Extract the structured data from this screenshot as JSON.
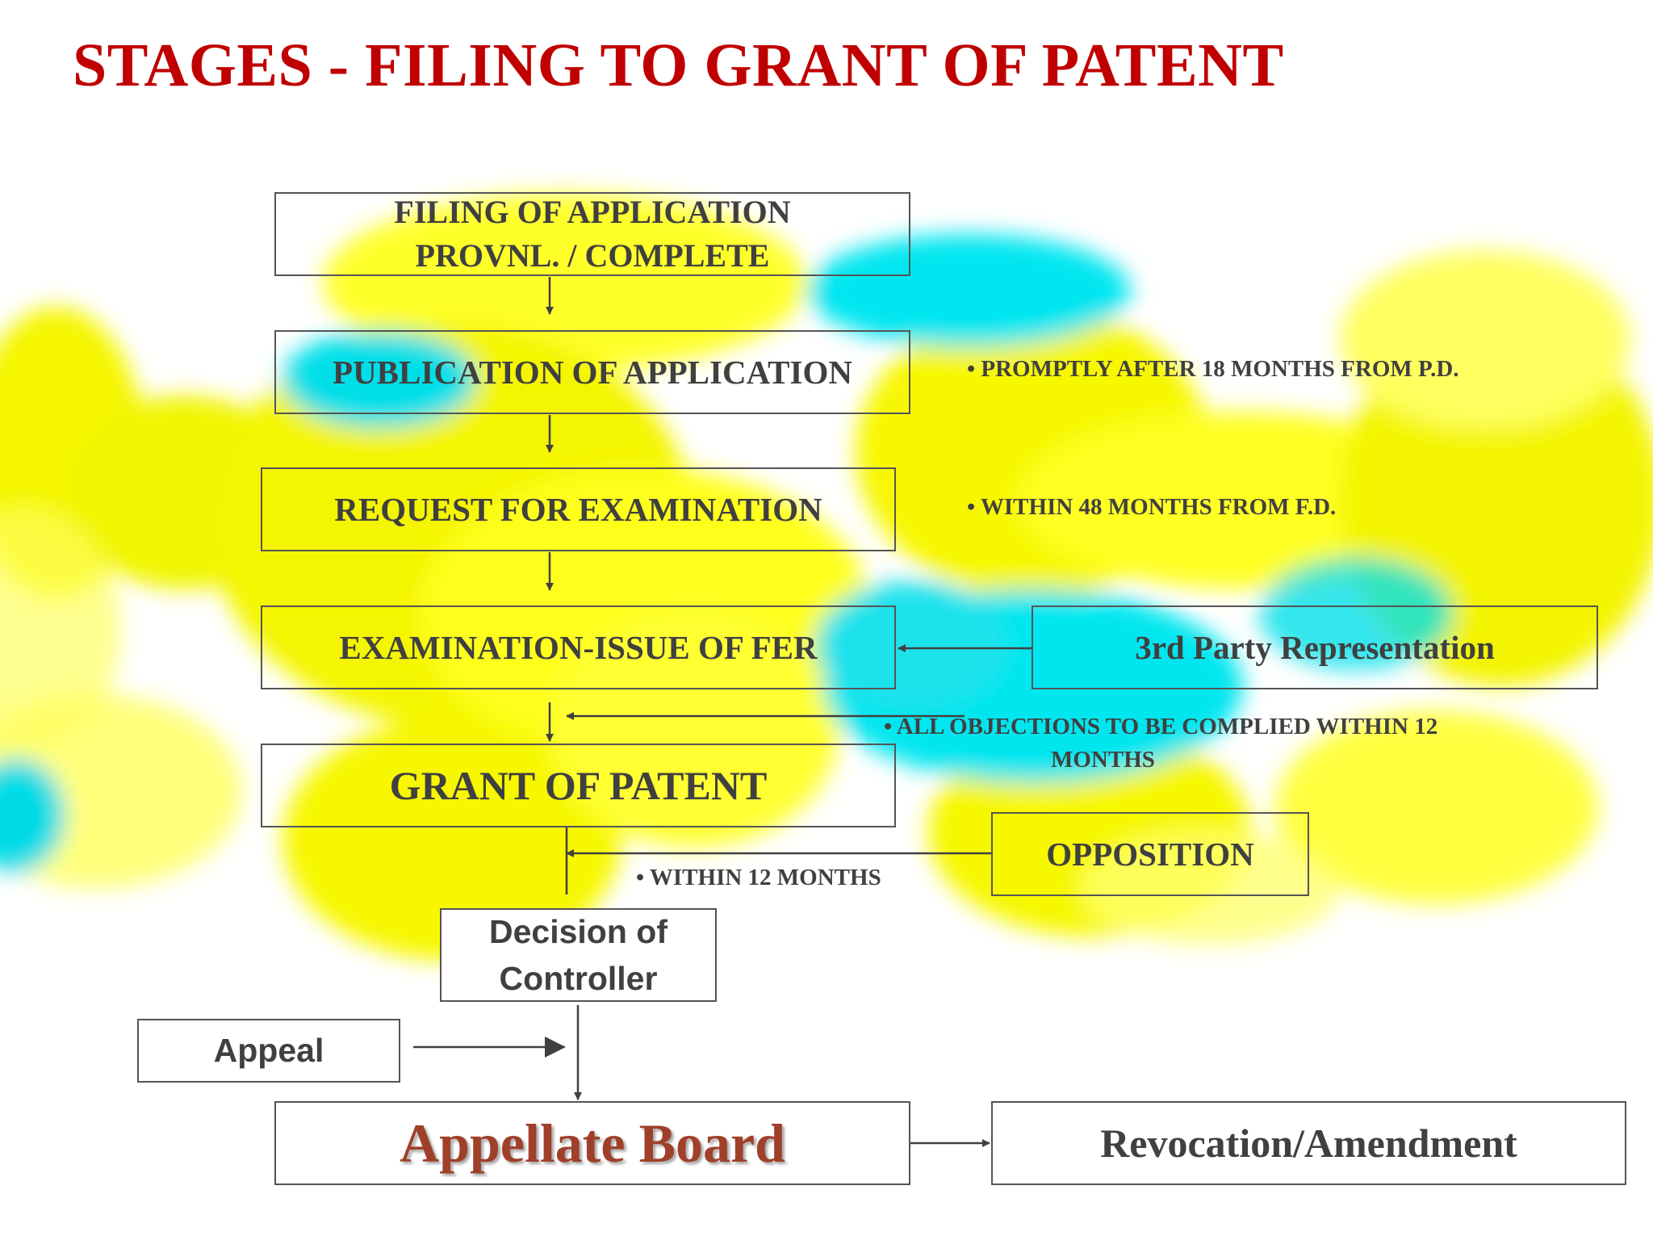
{
  "title": "STAGES - FILING TO  GRANT OF PATENT",
  "boxes": {
    "filing": {
      "line1": "FILING OF APPLICATION",
      "line2": "PROVNL. / COMPLETE"
    },
    "publication": "PUBLICATION OF APPLICATION",
    "request": "REQUEST FOR EXAMINATION",
    "examination": "EXAMINATION-ISSUE OF FER",
    "third_party": "3rd Party Representation",
    "grant": "GRANT OF PATENT",
    "opposition": "OPPOSITION",
    "decision": {
      "line1": "Decision of",
      "line2": "Controller"
    },
    "appeal": "Appeal",
    "appellate": "Appellate  Board",
    "revocation": "Revocation/Amendment"
  },
  "notes": {
    "publication": "• PROMPTLY AFTER 18 MONTHS FROM P.D.",
    "request": "• WITHIN 48 MONTHS FROM F.D.",
    "objections_line1": "• ALL OBJECTIONS TO BE COMPLIED    WITHIN 12",
    "objections_line2": "MONTHS",
    "opposition": "• WITHIN  12  MONTHS"
  },
  "colors": {
    "title": "#c00000",
    "box_text": "#404040",
    "appellate_text": "#a0402a",
    "highlight_yellow": "#ffff00",
    "highlight_cyan": "#00e5ef"
  }
}
